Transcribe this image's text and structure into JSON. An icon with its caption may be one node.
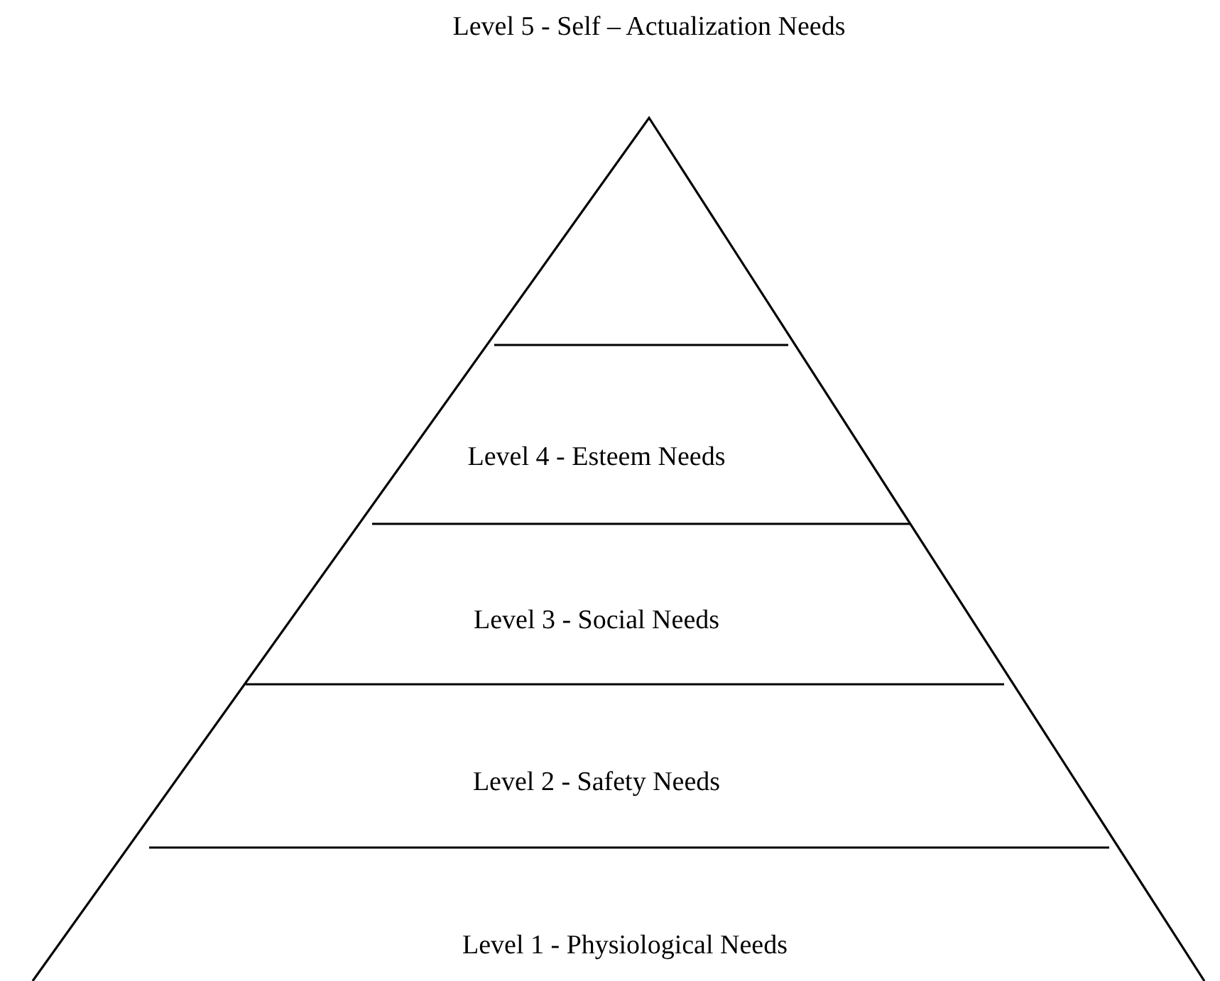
{
  "diagram": {
    "labels": [
      "Level 5 - Self – Actualization Needs",
      "Level 4 - Esteem Needs",
      "Level 3 - Social Needs",
      "Level 2 - Safety Needs",
      "Level 1 - Physiological Needs"
    ]
  }
}
